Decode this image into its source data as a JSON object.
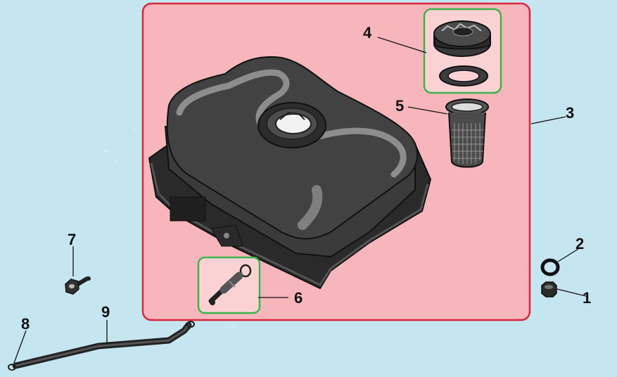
{
  "diagram": {
    "background_color": "#c5e6f1",
    "assembly_group_color": "#f7b6bc",
    "assembly_border_color": "#d9243a",
    "subgroup_fill_color": "#fbd2d4",
    "subgroup_border_color": "#3cb54a",
    "part_color": "#3a3a3a",
    "callouts": [
      "1",
      "2",
      "3",
      "4",
      "5",
      "6",
      "7",
      "8",
      "9"
    ],
    "parts": [
      {
        "callout": "1",
        "icon": "cap-nut-icon"
      },
      {
        "callout": "2",
        "icon": "o-ring-icon"
      },
      {
        "callout": "3",
        "icon": "fuel-tank-icon"
      },
      {
        "callout": "4",
        "icon": "fuel-cap-and-gasket-icon"
      },
      {
        "callout": "5",
        "icon": "fuel-strainer-icon"
      },
      {
        "callout": "6",
        "icon": "fuel-valve-icon"
      },
      {
        "callout": "7",
        "icon": "drain-bolt-icon"
      },
      {
        "callout": "8",
        "icon": "hose-clamp-icon"
      },
      {
        "callout": "9",
        "icon": "fuel-hose-icon"
      }
    ]
  }
}
